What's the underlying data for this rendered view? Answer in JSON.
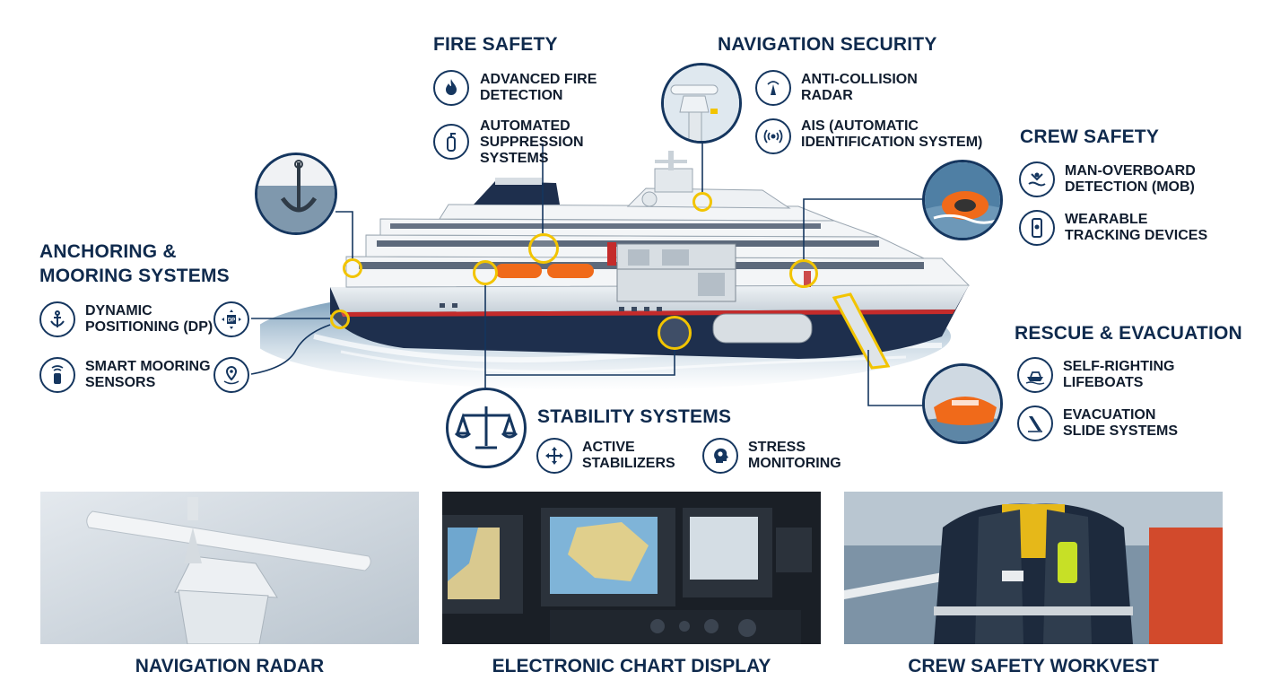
{
  "sections": {
    "fire_safety": {
      "title": "FIRE SAFETY",
      "items": [
        {
          "label": "ADVANCED FIRE\nDETECTION",
          "icon": "flame-icon"
        },
        {
          "label": "AUTOMATED\nSUPPRESSION\nSYSTEMS",
          "icon": "fire-extinguisher-icon"
        }
      ]
    },
    "navigation_security": {
      "title": "NAVIGATION SECURITY",
      "items": [
        {
          "label": "ANTI-COLLISION\nRADAR",
          "icon": "radar-beacon-icon"
        },
        {
          "label": "AIS (AUTOMATIC\nIDENTIFICATION SYSTEM)",
          "icon": "signal-broadcast-icon"
        }
      ]
    },
    "crew_safety": {
      "title": "CREW SAFETY",
      "items": [
        {
          "label": "MAN-OVERBOARD\nDETECTION (MOB)",
          "icon": "person-in-water-icon"
        },
        {
          "label": "WEARABLE\nTRACKING DEVICES",
          "icon": "phone-location-icon"
        }
      ]
    },
    "anchoring": {
      "title_line1": "ANCHORING &",
      "title_line2": "MOORING SYSTEMS",
      "items": [
        {
          "label": "DYNAMIC\nPOSITIONING (DP)",
          "icon": "anchor-icon",
          "badge": "DP"
        },
        {
          "label": "SMART MOORING\nSENSORS",
          "icon": "sensor-icon"
        }
      ]
    },
    "rescue": {
      "title": "RESCUE & EVACUATION",
      "items": [
        {
          "label": "SELF-RIGHTING\nLIFEBOATS",
          "icon": "lifeboat-icon"
        },
        {
          "label": "EVACUATION\nSLIDE SYSTEMS",
          "icon": "slide-icon"
        }
      ]
    },
    "stability": {
      "title": "STABILITY SYSTEMS",
      "items": [
        {
          "label": "ACTIVE\nSTABILIZERS",
          "icon": "move-arrows-icon"
        },
        {
          "label": "STRESS\nMONITORING",
          "icon": "head-gear-icon"
        }
      ],
      "main_icon": "balance-scale-icon"
    }
  },
  "panels": [
    {
      "caption": "NAVIGATION RADAR"
    },
    {
      "caption": "ELECTRONIC CHART DISPLAY"
    },
    {
      "caption": "CREW SAFETY WORKVEST"
    }
  ],
  "colors": {
    "navy": "#0f2a4d",
    "accent_yellow": "#f2c400",
    "lifeboat_orange": "#f06a1a",
    "hull_red": "#c42b2b"
  }
}
